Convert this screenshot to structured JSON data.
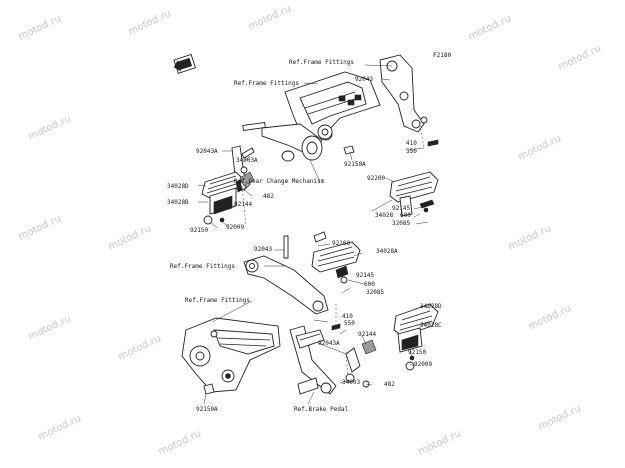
{
  "figure_code": "F2180",
  "watermark": "motod.ru",
  "references": {
    "frame_fittings": "Ref.Frame Fittings",
    "gear_change": "Ref.Gear Change Mechanism",
    "brake_pedal": "Ref.Brake Pedal"
  },
  "parts": {
    "p92043": "92043",
    "p92043A": "92043A",
    "p34003A": "34003A",
    "p34003": "34003",
    "p34028": "34028",
    "p34028A": "34028A",
    "p34028B": "34028B",
    "p34028C": "34028C",
    "p34028D": "34028D",
    "p482": "482",
    "p92144": "92144",
    "p92150": "92150",
    "p92150A": "92150A",
    "p92009": "92009",
    "p92200": "92200",
    "p92145": "92145",
    "p600": "600",
    "p32085": "32085",
    "p410": "410",
    "p550": "550"
  }
}
